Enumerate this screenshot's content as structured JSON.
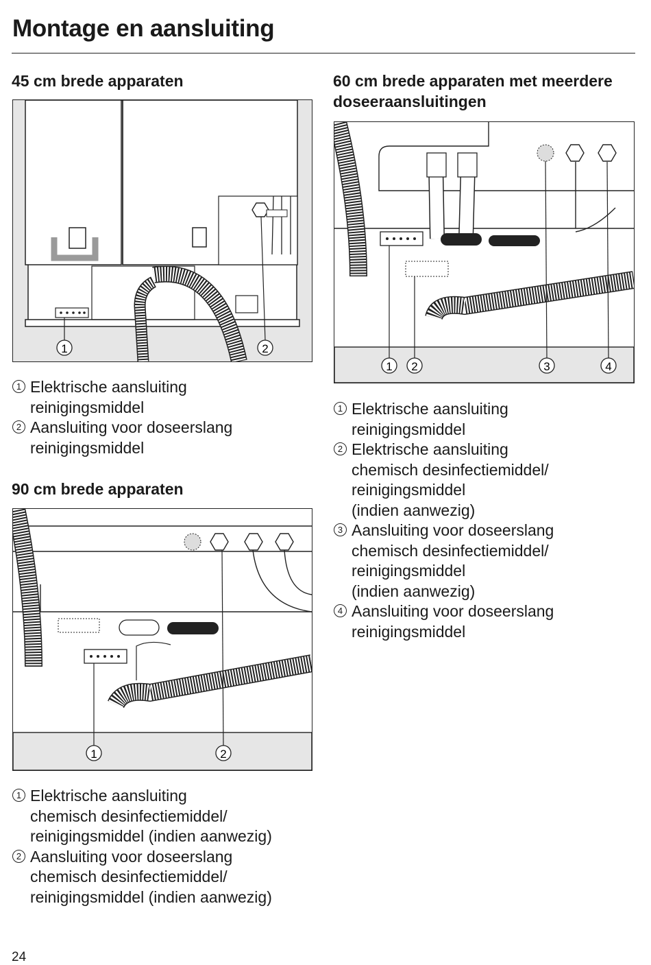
{
  "page_title": "Montage en aansluiting",
  "page_number": "24",
  "sections": {
    "s45": {
      "heading": "45 cm brede apparaten",
      "callouts": [
        "1",
        "2"
      ],
      "legend": [
        {
          "num": "1",
          "text": "Elektrische aansluiting\nreinigingsmiddel"
        },
        {
          "num": "2",
          "text": "Aansluiting voor doseerslang\nreinigingsmiddel"
        }
      ]
    },
    "s60": {
      "heading": "60 cm brede apparaten met meerdere\ndoseeraansluitingen",
      "callouts": [
        "1",
        "2",
        "3",
        "4"
      ],
      "legend": [
        {
          "num": "1",
          "text": "Elektrische aansluiting\nreinigingsmiddel"
        },
        {
          "num": "2",
          "text": "Elektrische aansluiting\nchemisch desinfectiemiddel/\nreinigingsmiddel\n(indien aanwezig)"
        },
        {
          "num": "3",
          "text": "Aansluiting voor doseerslang\nchemisch desinfectiemiddel/\nreinigingsmiddel\n(indien aanwezig)"
        },
        {
          "num": "4",
          "text": "Aansluiting voor doseerslang\nreinigingsmiddel"
        }
      ]
    },
    "s90": {
      "heading": "90 cm brede apparaten",
      "callouts": [
        "1",
        "2"
      ],
      "legend": [
        {
          "num": "1",
          "text": "Elektrische aansluiting\nchemisch desinfectiemiddel/\nreinigingsmiddel (indien aanwezig)"
        },
        {
          "num": "2",
          "text": "Aansluiting voor doseerslang\nchemisch desinfectiemiddel/\nreinigingsmiddel (indien aanwezig)"
        }
      ]
    }
  }
}
